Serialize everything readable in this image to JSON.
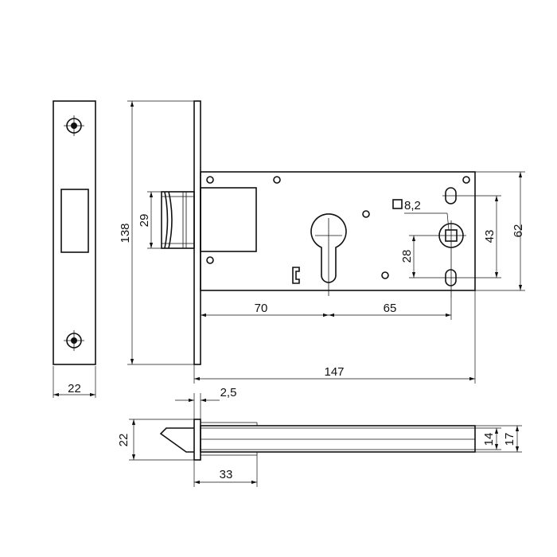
{
  "drawing": {
    "dimensions": {
      "faceplate_width": "22",
      "faceplate_height": "138",
      "latch_height": "29",
      "backset": "70",
      "center_distance": "65",
      "cylinder_offset": "28",
      "spindle_size": "8,2",
      "screw_spacing": "43",
      "case_height": "62",
      "case_length": "147",
      "faceplate_thickness": "2,5",
      "depth": "22",
      "latch_projection": "33",
      "case_depth_inner": "14",
      "case_depth_outer": "17"
    },
    "colors": {
      "line": "#111111",
      "background": "#ffffff"
    }
  }
}
